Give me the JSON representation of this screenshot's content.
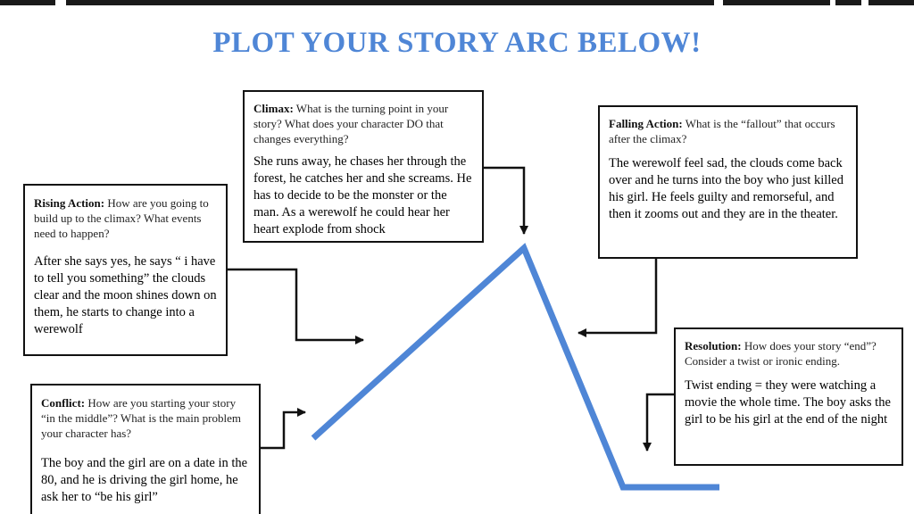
{
  "title": "PLOT YOUR STORY ARC BELOW!",
  "boxes": {
    "climax": {
      "heading": "Climax:",
      "prompt": " What is the turning point in your story? What does your character DO that changes everything?",
      "answer": "She runs away, he chases her through the forest, he catches her and she screams. He has to decide to be the monster or the man. As a werewolf he could hear her heart explode from shock"
    },
    "falling_action": {
      "heading": "Falling Action:",
      "prompt": " What is the “fallout” that occurs after the climax?",
      "answer": "The werewolf feel sad, the clouds come back over and he turns into the boy who just killed his girl. He feels guilty and remorseful, and then it zooms out and they are in the theater."
    },
    "rising_action": {
      "heading": "Rising Action:",
      "prompt": " How are you going to build up to the climax? What events need to happen?",
      "answer": "After she says yes, he says “ i have to tell you something” the clouds clear and the moon shines down on them, he starts to change into a werewolf"
    },
    "resolution": {
      "heading": "Resolution:",
      "prompt": " How does your story “end”? Consider a twist or ironic ending.",
      "answer": "Twist ending = they were watching a movie the whole time. The boy asks the girl to be his girl at the end of the night"
    },
    "conflict": {
      "heading": "Conflict:",
      "prompt": " How are you starting your story “in the middle”? What is the main problem your character has?",
      "answer": "The boy and the girl are on a date in the 80, and he is driving the girl home, he ask her to “be his girl”"
    }
  },
  "colors": {
    "arc": "#4f86d6",
    "title": "#4f86d6",
    "border": "#111111"
  }
}
